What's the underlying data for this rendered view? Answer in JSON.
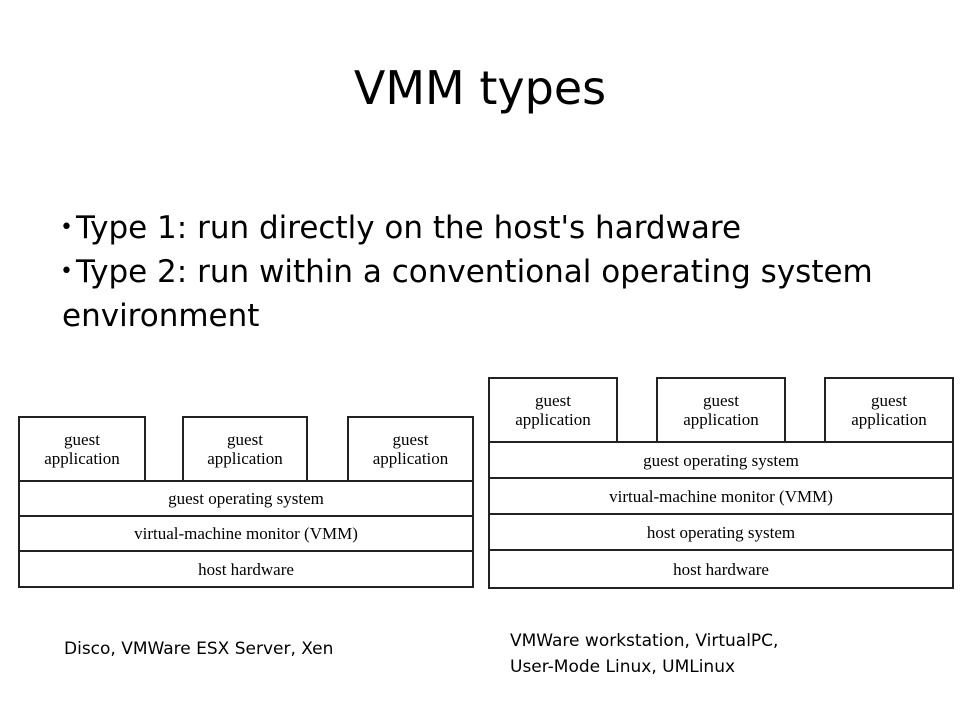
{
  "title": "VMM types",
  "bullets": [
    "Type 1: run directly on the host's hardware",
    "Type 2: run within a conventional operating system environment"
  ],
  "type1_diagram": {
    "apps": [
      "guest application",
      "guest application",
      "guest application"
    ],
    "layers": [
      "guest operating system",
      "virtual-machine monitor (VMM)",
      "host hardware"
    ],
    "caption": "Disco, VMWare ESX Server, Xen"
  },
  "type2_diagram": {
    "apps": [
      "guest application",
      "guest application",
      "guest application"
    ],
    "layers": [
      "guest operating system",
      "virtual-machine monitor (VMM)",
      "host operating system",
      "host hardware"
    ],
    "caption_lines": [
      "VMWare workstation, VirtualPC,",
      "User-Mode Linux, UMLinux"
    ]
  }
}
